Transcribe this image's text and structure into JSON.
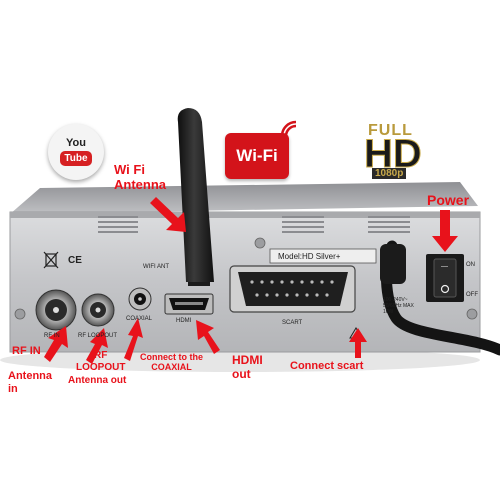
{
  "logos": {
    "youtube_you": "You",
    "youtube_tube": "Tube",
    "wifi": "Wi-Fi",
    "fullhd_full": "FULL",
    "fullhd_hd": "HD",
    "fullhd_res": "1080p"
  },
  "panel": {
    "model": "Model:HD Silver+",
    "wifi_ant": "WIFI ANT",
    "rf_in": "RF IN",
    "rf_loopout": "RF LOOPOUT",
    "coaxial": "COAXIAL",
    "hdmi": "HDMI",
    "scart": "SCART",
    "power_on": "ON",
    "power_off": "OFF",
    "power_rating": "100-240V~ 50/60Hz MAX 10W",
    "ce_mark": "CE"
  },
  "annotations": {
    "wifi_antenna": "Wi Fi\nAntenna",
    "power": "Power",
    "rf_in": "RF IN",
    "antenna_in": "Antenna\nin",
    "rf_loopout": "RF\nLOOPOUT",
    "antenna_out": "Antenna out",
    "connect_coaxial": "Connect to the\nCOAXIAL",
    "hdmi_out": "HDMI\nout",
    "connect_scart": "Connect scart"
  },
  "colors": {
    "annotation_red": "#e8121b",
    "panel_silver": "#c8c9cb",
    "wifi_red": "#d3131a",
    "hd_gold": "#c9aa4a"
  }
}
